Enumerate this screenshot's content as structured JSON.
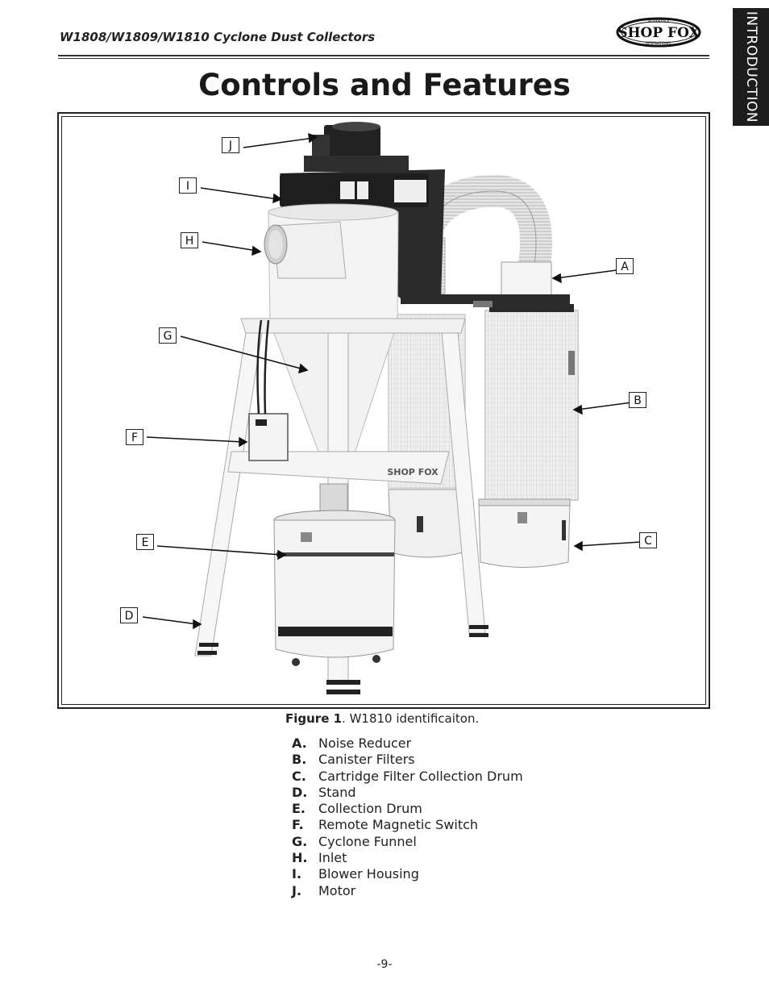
{
  "header": {
    "title": "W1808/W1809/W1810 Cyclone Dust Collectors",
    "brand": "SHOP FOX",
    "logo_small_top": "WOODSTOCK",
    "logo_small_bottom": "INTERNATIONAL"
  },
  "side_tab": {
    "label": "INTRODUCTION"
  },
  "page": {
    "title": "Controls and Features",
    "number": "-9-"
  },
  "figure": {
    "callouts": [
      "A",
      "B",
      "C",
      "D",
      "E",
      "F",
      "G",
      "H",
      "I",
      "J"
    ],
    "stand_brand_text": "SHOP FOX",
    "caption_label": "Figure 1",
    "caption_text": ". W1810 identificaiton."
  },
  "legend": [
    {
      "letter": "A.",
      "text": "Noise Reducer"
    },
    {
      "letter": "B.",
      "text": "Canister Filters"
    },
    {
      "letter": "C.",
      "text": "Cartridge Filter Collection Drum"
    },
    {
      "letter": "D.",
      "text": "Stand"
    },
    {
      "letter": "E.",
      "text": "Collection Drum"
    },
    {
      "letter": "F.",
      "text": "Remote Magnetic Switch"
    },
    {
      "letter": "G.",
      "text": "Cyclone Funnel"
    },
    {
      "letter": "H.",
      "text": "Inlet"
    },
    {
      "letter": "I.",
      "text": "Blower Housing"
    },
    {
      "letter": "J.",
      "text": "Motor"
    }
  ]
}
